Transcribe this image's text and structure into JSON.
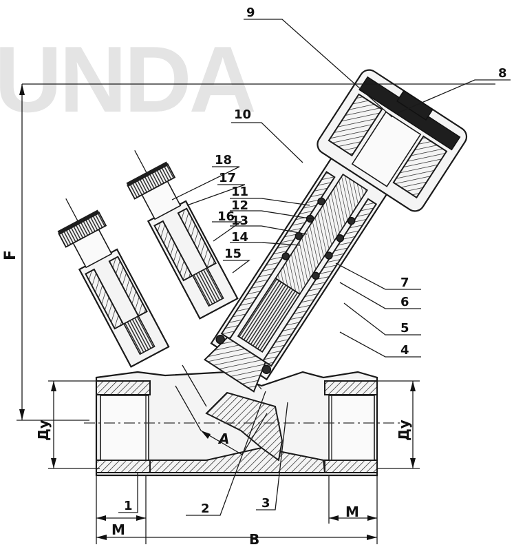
{
  "watermark": "UNDA",
  "callouts": [
    {
      "id": "1",
      "text": "1"
    },
    {
      "id": "2",
      "text": "2"
    },
    {
      "id": "3",
      "text": "3"
    },
    {
      "id": "4",
      "text": "4"
    },
    {
      "id": "5",
      "text": "5"
    },
    {
      "id": "6",
      "text": "6"
    },
    {
      "id": "7",
      "text": "7"
    },
    {
      "id": "8",
      "text": "8"
    },
    {
      "id": "9",
      "text": "9"
    },
    {
      "id": "10",
      "text": "10"
    },
    {
      "id": "11",
      "text": "11"
    },
    {
      "id": "12",
      "text": "12"
    },
    {
      "id": "13",
      "text": "13"
    },
    {
      "id": "14",
      "text": "14"
    },
    {
      "id": "15",
      "text": "15"
    },
    {
      "id": "16",
      "text": "16"
    },
    {
      "id": "17",
      "text": "17"
    },
    {
      "id": "18",
      "text": "18"
    }
  ],
  "dimensions": {
    "F": "F",
    "A": "A",
    "B": "B",
    "M_left": "M",
    "M_right": "M",
    "Dy_left": "Ду",
    "Dy_right": "Ду"
  }
}
